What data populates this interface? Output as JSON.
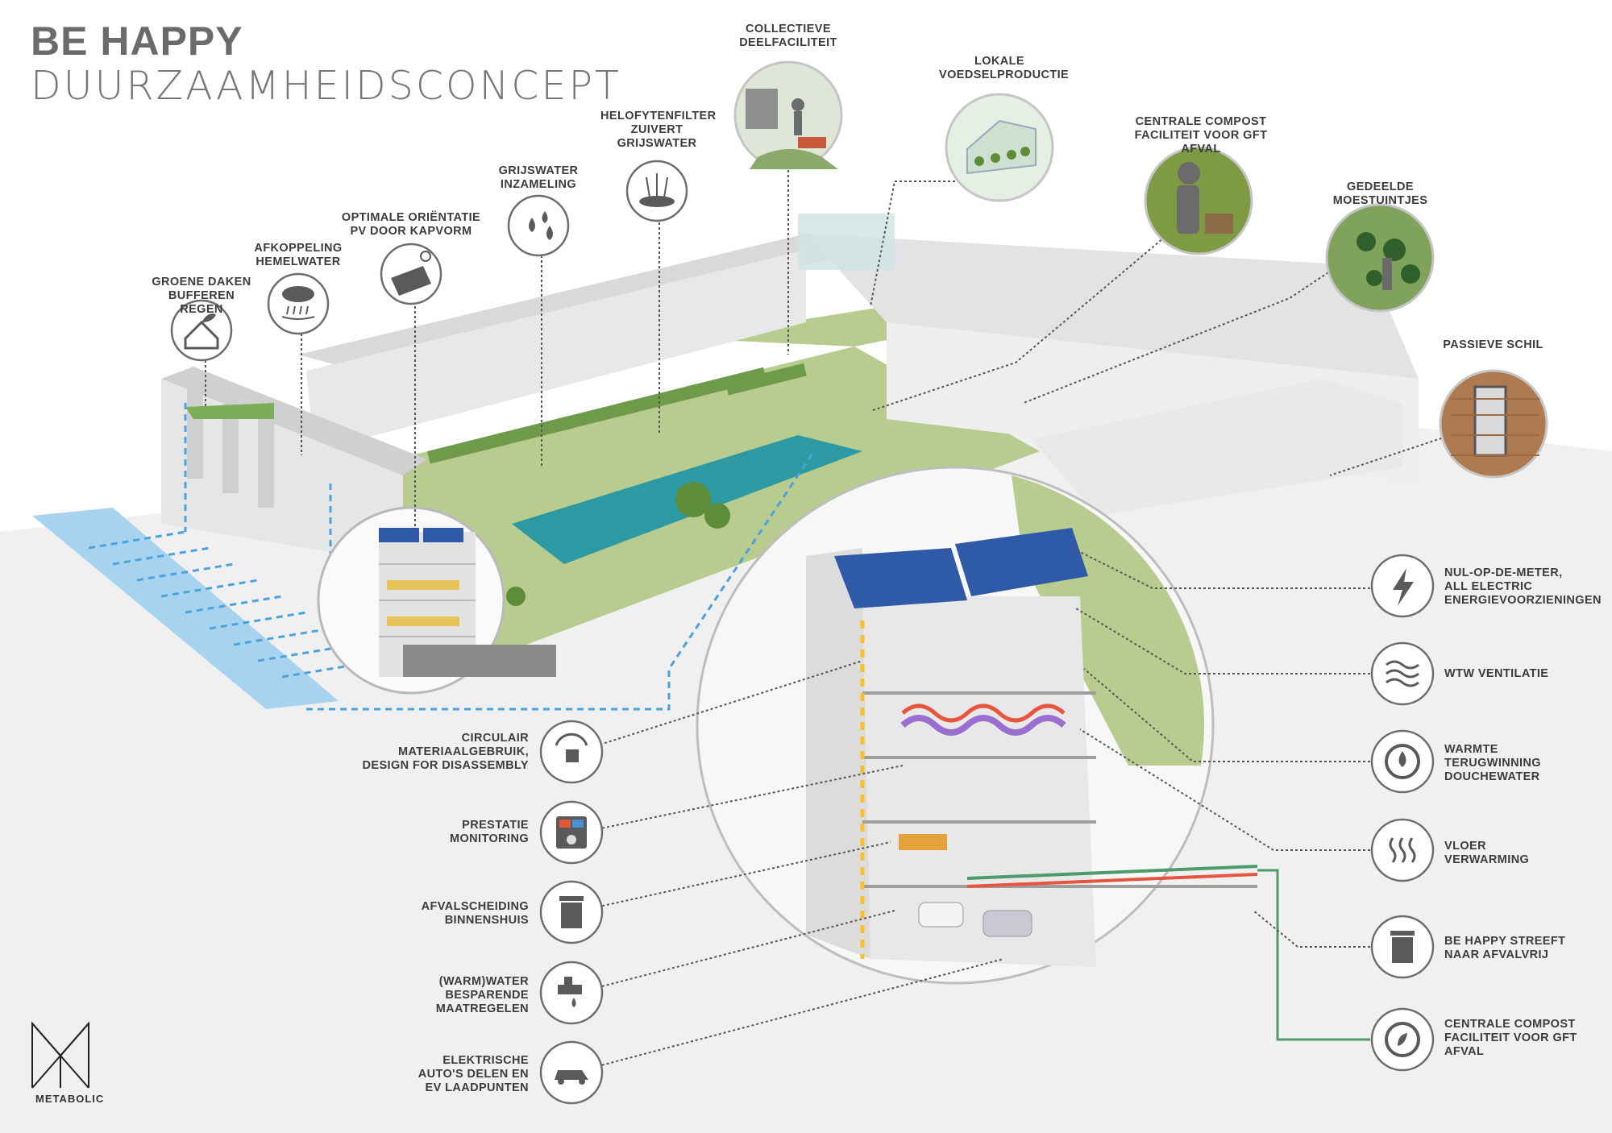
{
  "title": {
    "line1": "BE HAPPY",
    "line2": "DUURZAAMHEIDSCONCEPT"
  },
  "top_callouts": [
    {
      "lines": [
        "GROENE DAKEN",
        "BUFFEREN REGEN"
      ],
      "icon": "green-roof-icon"
    },
    {
      "lines": [
        "AFKOPPELING",
        "HEMELWATER"
      ],
      "icon": "rain-cloud-icon"
    },
    {
      "lines": [
        "OPTIMALE ORIËNTATIE",
        "PV DOOR KAPVORM"
      ],
      "icon": "solar-panel-icon"
    },
    {
      "lines": [
        "GRIJSWATER",
        "INZAMELING"
      ],
      "icon": "water-drops-icon"
    },
    {
      "lines": [
        "HELOFYTENFILTER",
        "ZUIVERT",
        "GRIJSWATER"
      ],
      "icon": "reed-filter-icon"
    },
    {
      "lines": [
        "COLLECTIEVE",
        "DEELFACILITEIT"
      ],
      "icon": "shared-facility-photo"
    },
    {
      "lines": [
        "LOKALE",
        "VOEDSELPRODUCTIE"
      ],
      "icon": "greenhouse-photo"
    },
    {
      "lines": [
        "CENTRALE COMPOST",
        "FACILITEIT VOOR GFT AFVAL"
      ],
      "icon": "compost-photo"
    },
    {
      "lines": [
        "GEDEELDE",
        "MOESTUINTJES"
      ],
      "icon": "garden-photo"
    },
    {
      "lines": [
        "PASSIEVE SCHIL"
      ],
      "icon": "facade-photo"
    }
  ],
  "left_callouts": [
    {
      "lines": [
        "CIRCULAIR",
        "MATERIAALGEBRUIK,",
        "DESIGN FOR DISASSEMBLY"
      ],
      "icon": "recycle-box-icon"
    },
    {
      "lines": [
        "PRESTATIE",
        "MONITORING"
      ],
      "icon": "monitor-panel-icon"
    },
    {
      "lines": [
        "AFVALSCHEIDING",
        "BINNENSHUIS"
      ],
      "icon": "trash-bin-icon"
    },
    {
      "lines": [
        "(WARM)WATER",
        "BESPARENDE",
        "MAATREGELEN"
      ],
      "icon": "faucet-icon"
    },
    {
      "lines": [
        "ELEKTRISCHE",
        "AUTO'S DELEN EN",
        "EV LAADPUNTEN"
      ],
      "icon": "electric-car-icon"
    }
  ],
  "right_callouts": [
    {
      "lines": [
        "NUL-OP-DE-METER,",
        "ALL ELECTRIC",
        "ENERGIEVOORZIENINGEN"
      ],
      "icon": "lightning-icon"
    },
    {
      "lines": [
        "WTW VENTILATIE"
      ],
      "icon": "air-waves-icon"
    },
    {
      "lines": [
        "WARMTE",
        "TERUGWINNING",
        "DOUCHEWATER"
      ],
      "icon": "heat-drop-icon"
    },
    {
      "lines": [
        "VLOER",
        "VERWARMING"
      ],
      "icon": "heat-waves-icon"
    },
    {
      "lines": [
        "BE HAPPY STREEFT",
        "NAAR AFVALVRIJ"
      ],
      "icon": "trash-bin-icon"
    },
    {
      "lines": [
        "CENTRALE COMPOST",
        "FACILITEIT VOOR GFT",
        "AFVAL"
      ],
      "icon": "compost-cycle-icon"
    }
  ],
  "logo": {
    "text": "METABOLIC"
  },
  "colors": {
    "icon_ring": "#6d6d6d",
    "icon_fill": "#5a5a5a",
    "grass": "#b7cc8e",
    "water": "#2d9aa3",
    "building": "#e4e4e4",
    "leader": "#555555",
    "pv": "#2f5aa8",
    "yellow_line": "#f2c233",
    "red_pipe": "#e8553f",
    "purple_pipe": "#9a6fd0",
    "green_pipe": "#4f9a6a",
    "blue_dash": "#4aa3dd"
  }
}
